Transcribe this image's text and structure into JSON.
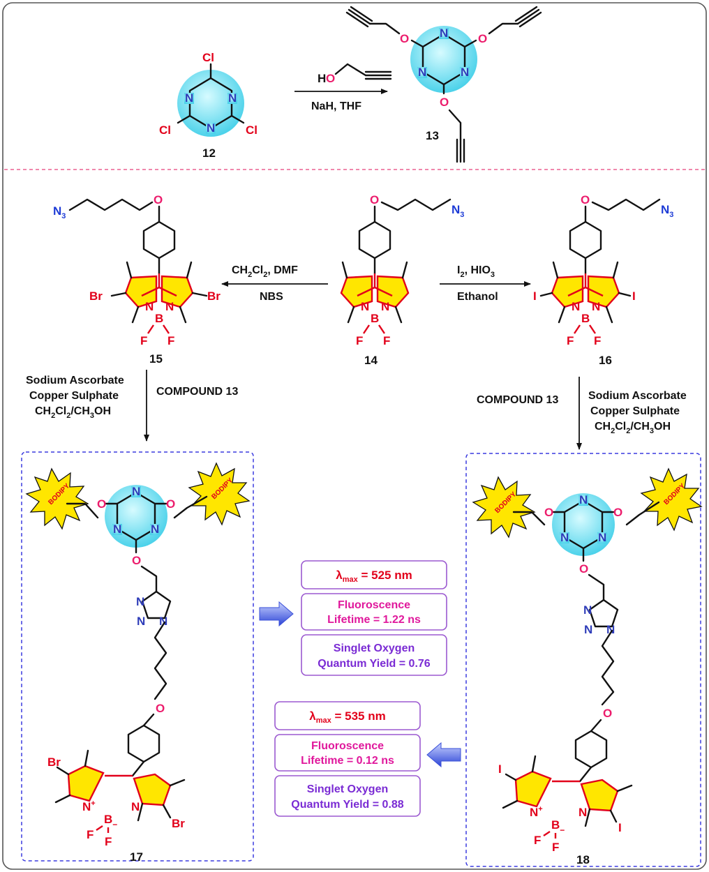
{
  "atoms": {
    "N": "N",
    "O": "O",
    "Cl": "Cl",
    "Br": "Br",
    "I": "I",
    "B": "B",
    "F": "F",
    "N3": "N",
    "N3_sub": "3",
    "Nplus": "N",
    "plus": "+",
    "Bminus": "B",
    "minus": "−",
    "HO": "H",
    "HO_O": "O"
  },
  "top_reaction": {
    "reactant_label": "12",
    "product_label": "13",
    "conditions": "NaH, THF"
  },
  "center_compound": {
    "label": "14"
  },
  "left_reaction": {
    "product_label": "15",
    "conditions_line1": "CH2Cl2, DMF",
    "conditions_line1_parts": [
      "CH",
      "2",
      "Cl",
      "2",
      ", DMF"
    ],
    "conditions_line2": "NBS"
  },
  "right_reaction": {
    "product_label": "16",
    "conditions_line1_parts": [
      "I",
      "2",
      ", HIO",
      "3"
    ],
    "conditions_line2": "Ethanol"
  },
  "click_left": {
    "reagent_lines": [
      "Sodium Ascorbate",
      "Copper Sulphate"
    ],
    "solvent_parts": [
      "CH",
      "2",
      "Cl",
      "2",
      "/CH",
      "3",
      "OH"
    ],
    "compound_ref": "COMPOUND 13",
    "product_label": "17"
  },
  "click_right": {
    "reagent_lines": [
      "Sodium Ascorbate",
      "Copper Sulphate"
    ],
    "solvent_parts": [
      "CH",
      "2",
      "Cl",
      "2",
      "/CH",
      "3",
      "OH"
    ],
    "compound_ref": "COMPOUND 13",
    "product_label": "18"
  },
  "burst_label": "BODIPY",
  "property_boxes_17": {
    "lambda_symbol": "λ",
    "lambda_sub": "max",
    "lambda_value": " = 525 nm",
    "fluor_line1": "Fluoroscence",
    "fluor_line2": "Lifetime = 1.22 ns",
    "oxygen_line1": "Singlet Oxygen",
    "oxygen_line2": "Quantum Yield = 0.76"
  },
  "property_boxes_18": {
    "lambda_symbol": "λ",
    "lambda_sub": "max",
    "lambda_value": " = 535 nm",
    "fluor_line1": "Fluoroscence",
    "fluor_line2": "Lifetime = 0.12 ns",
    "oxygen_line1": "Singlet Oxygen",
    "oxygen_line2": "Quantum Yield = 0.88"
  },
  "colors": {
    "ring_fill": "#7fe3f2",
    "pyrrole_fill": "#ffe600",
    "bodipy_red": "#e2001a",
    "azide_blue": "#1d3bd6",
    "nitrogen": "#2f3db9",
    "oxygen": "#ec1c6c",
    "dashed_box": "#3a3adf",
    "divider": "#e8417a",
    "box_border": "#9b59d0"
  }
}
